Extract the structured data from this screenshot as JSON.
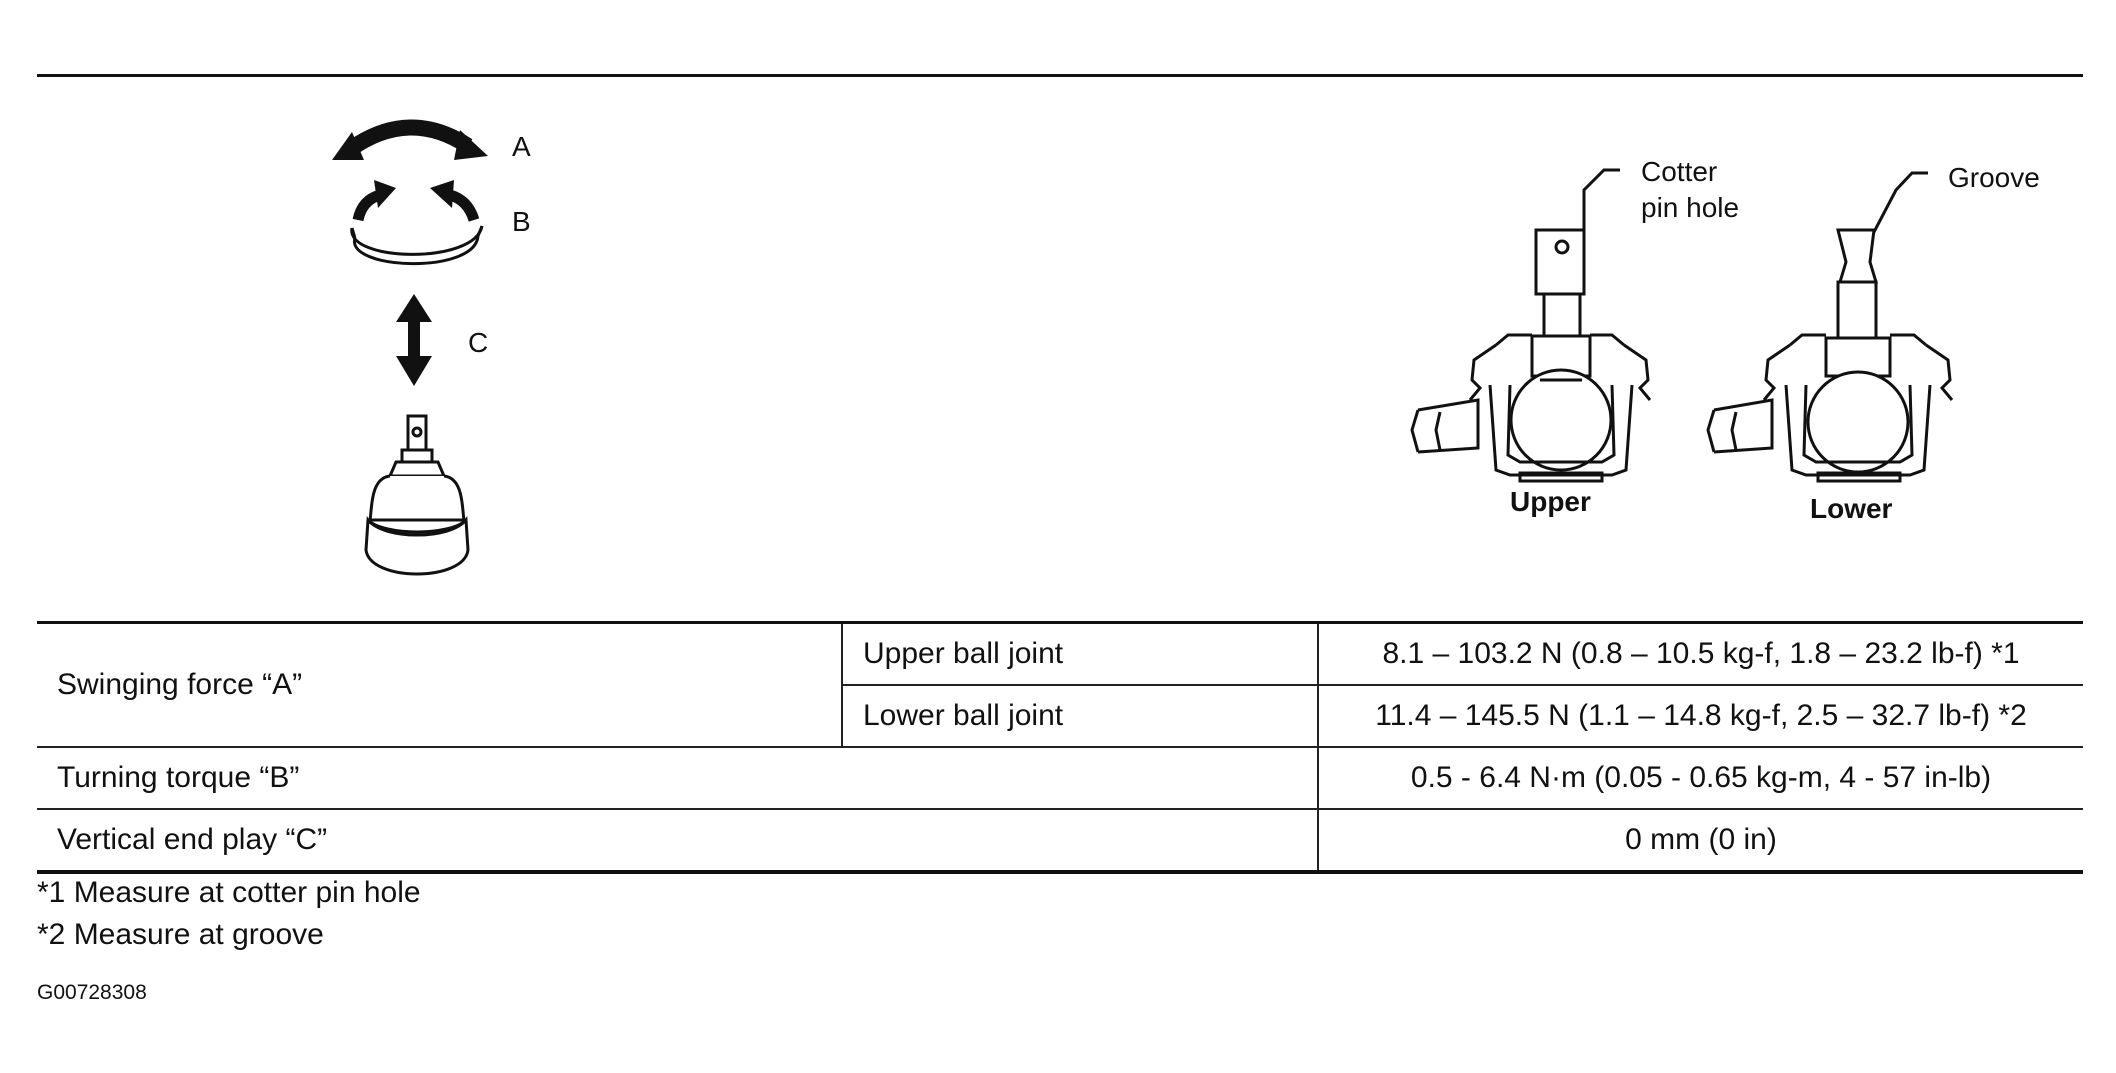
{
  "diagram": {
    "motion_labels": {
      "a": "A",
      "b": "B",
      "c": "C"
    },
    "callouts": {
      "cotter_line1": "Cotter",
      "cotter_line2": "pin hole",
      "groove": "Groove"
    },
    "joint_labels": {
      "upper": "Upper",
      "lower": "Lower"
    },
    "icons": [
      "swing-arrow-icon",
      "rotation-arrow-icon",
      "vertical-arrow-icon",
      "ball-joint-icon"
    ]
  },
  "table": {
    "rows": [
      {
        "item": "Swinging force “A”",
        "subitem": "Upper ball joint",
        "value": "8.1 – 103.2 N (0.8 – 10.5 kg-f, 1.8 – 23.2 lb-f) *1"
      },
      {
        "item": "",
        "subitem": "Lower ball joint",
        "value": "11.4 – 145.5 N (1.1 – 14.8 kg-f, 2.5 – 32.7 lb-f) *2"
      },
      {
        "item": "Turning torque “B”",
        "subitem": "",
        "value": "0.5 - 6.4 N·m (0.05 - 0.65 kg-m, 4 - 57 in-lb)"
      },
      {
        "item": "Vertical end play “C”",
        "subitem": "",
        "value": "0 mm (0 in)"
      }
    ]
  },
  "notes": [
    "*1 Measure at cotter pin hole",
    "*2 Measure at groove"
  ],
  "figure_code": "G00728308"
}
